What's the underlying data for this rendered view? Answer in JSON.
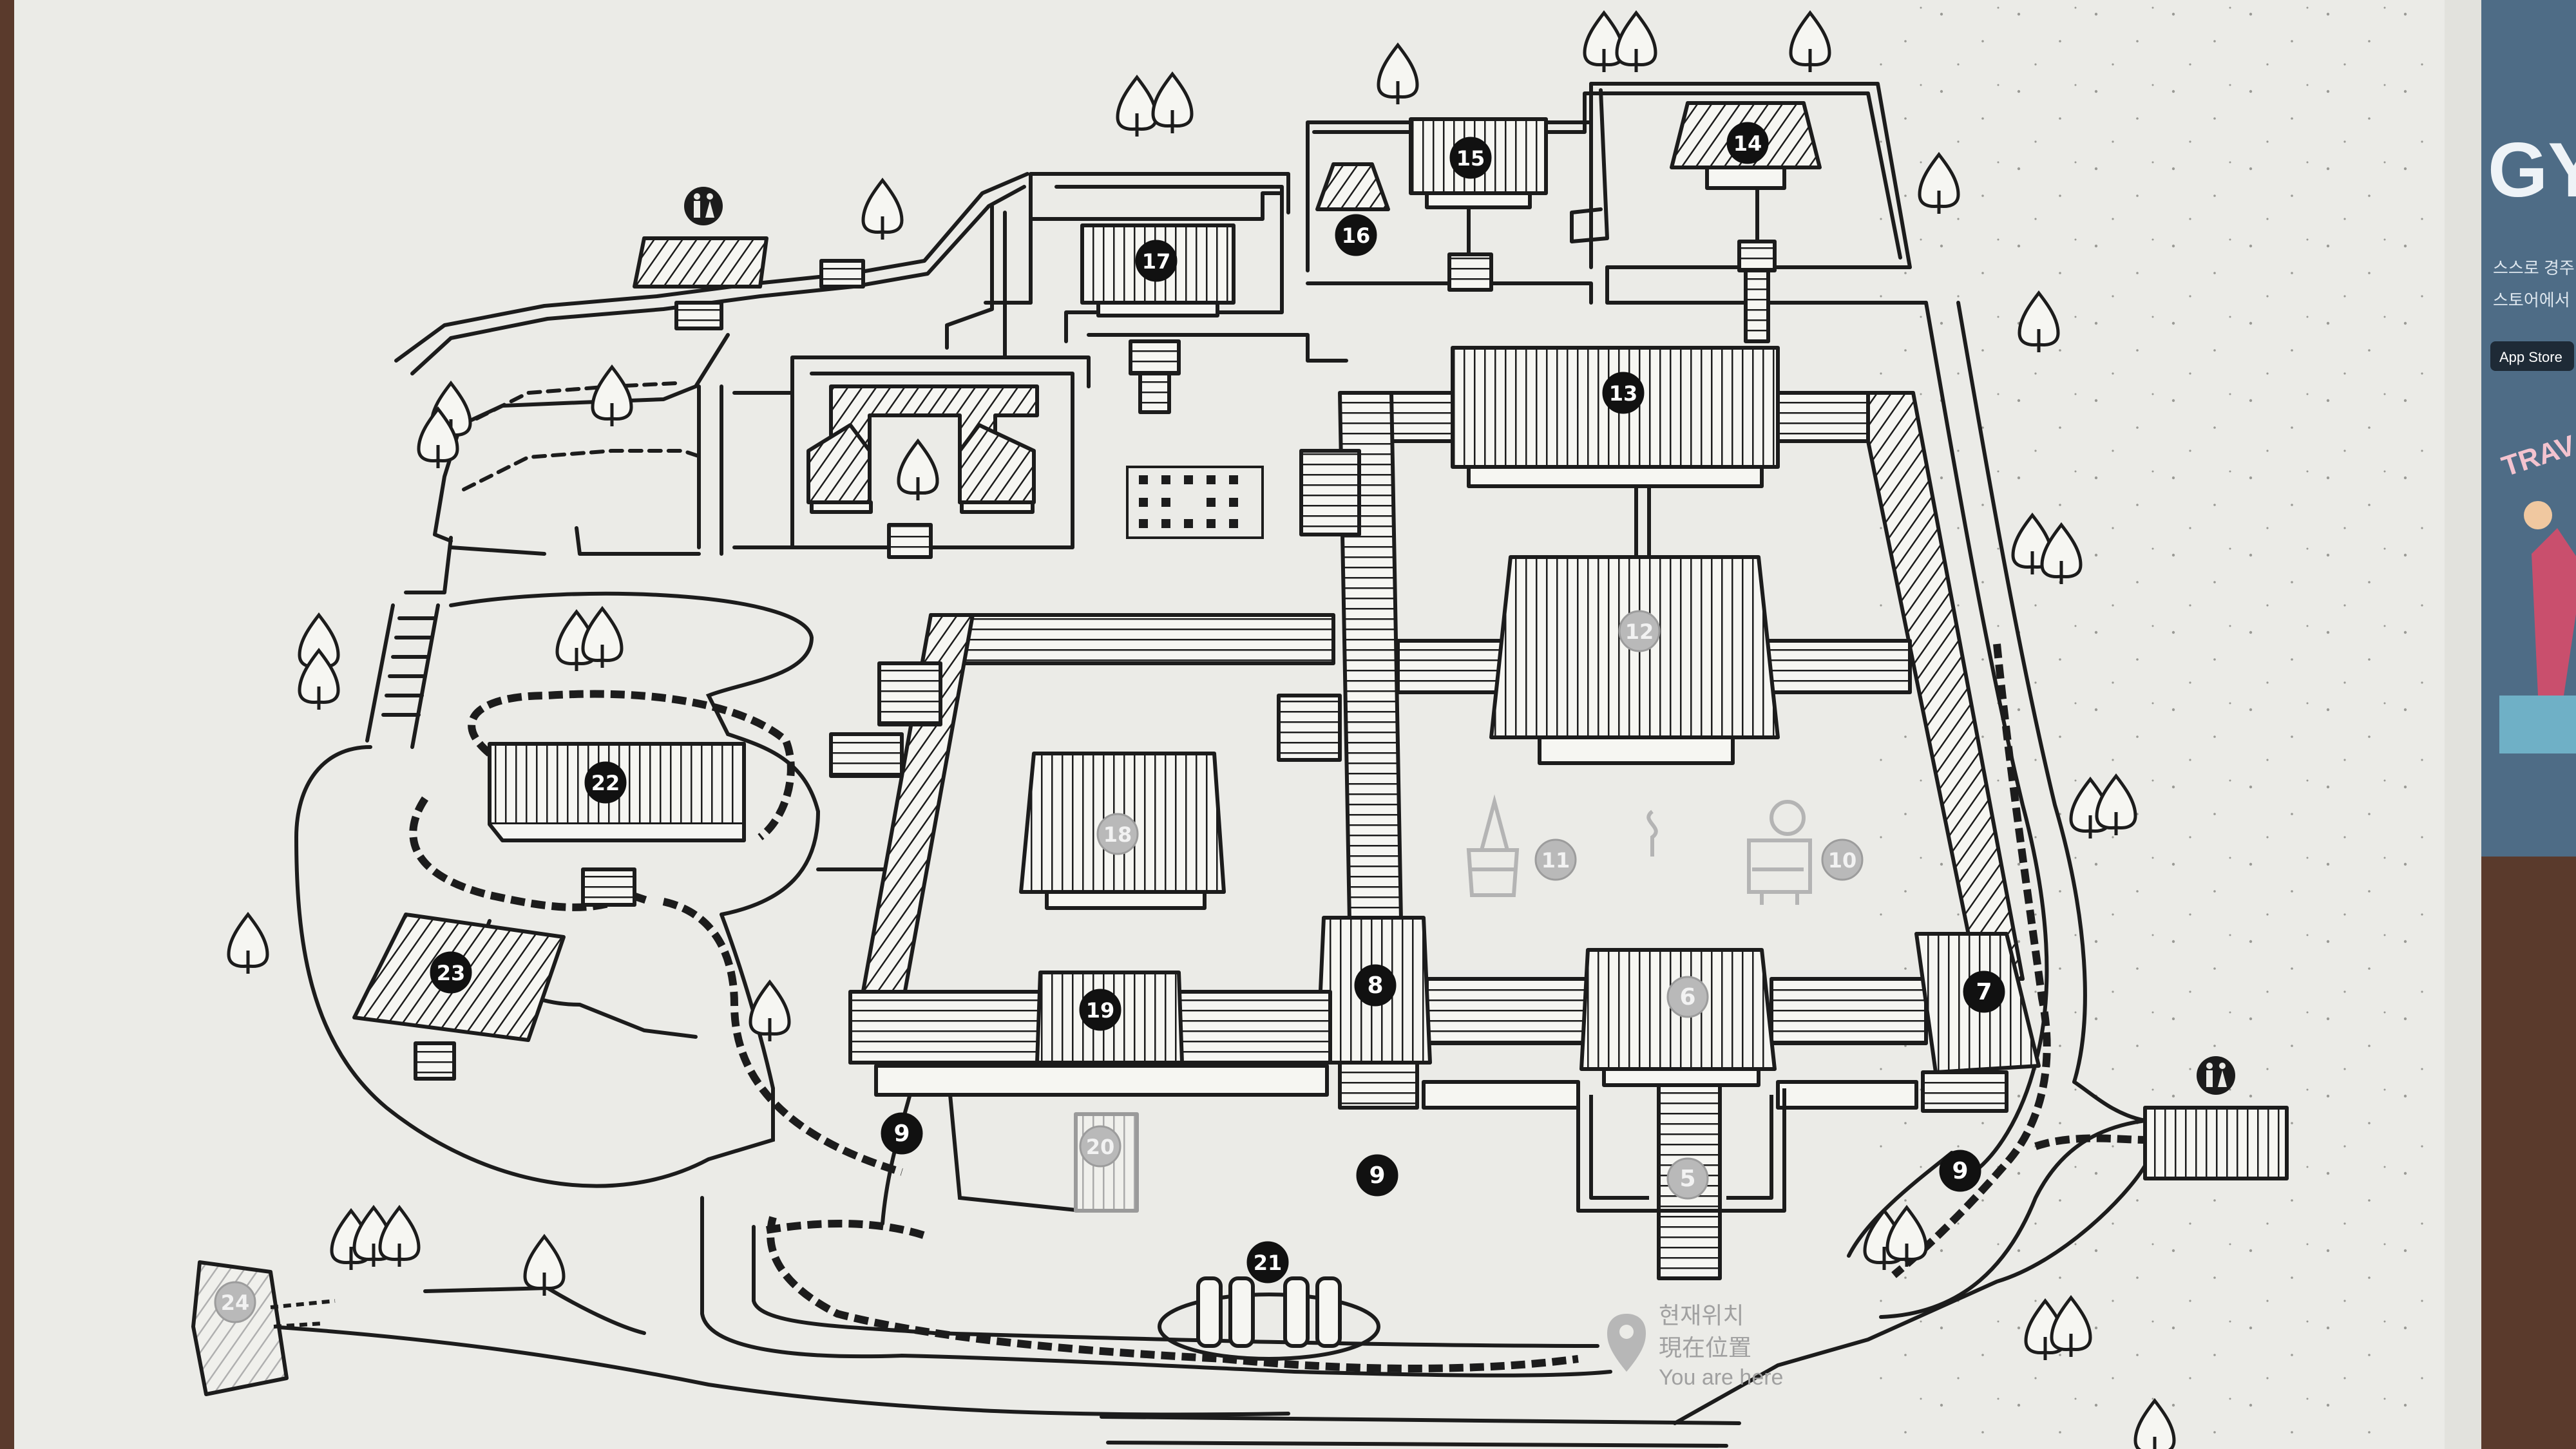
{
  "poster": {
    "brand_fragment": "GY",
    "line1": "스스로 경주",
    "line2": "스토어에서",
    "store": "App Store",
    "banner": "TRAV"
  },
  "legend": {
    "here_ko": "현재위치",
    "here_cjk": "現在位置",
    "here_en": "You are here"
  },
  "markers": [
    {
      "n": "14",
      "style": "dark"
    },
    {
      "n": "15",
      "style": "dark"
    },
    {
      "n": "16",
      "style": "dark"
    },
    {
      "n": "17",
      "style": "dark"
    },
    {
      "n": "13",
      "style": "dark"
    },
    {
      "n": "12",
      "style": "faded"
    },
    {
      "n": "22",
      "style": "dark"
    },
    {
      "n": "18",
      "style": "faded"
    },
    {
      "n": "11",
      "style": "faded"
    },
    {
      "n": "10",
      "style": "faded"
    },
    {
      "n": "23",
      "style": "dark"
    },
    {
      "n": "8",
      "style": "dark"
    },
    {
      "n": "6",
      "style": "faded"
    },
    {
      "n": "7",
      "style": "dark"
    },
    {
      "n": "19",
      "style": "dark"
    },
    {
      "n": "9",
      "style": "dark"
    },
    {
      "n": "20",
      "style": "faded"
    },
    {
      "n": "9",
      "style": "dark"
    },
    {
      "n": "5",
      "style": "faded"
    },
    {
      "n": "9",
      "style": "dark"
    },
    {
      "n": "21",
      "style": "dark"
    },
    {
      "n": "24",
      "style": "faded"
    }
  ],
  "icons": [
    "restroom-icon",
    "restroom-icon",
    "location-pin-icon"
  ],
  "colors": {
    "board": "#ebebe7",
    "ink": "#1c1c1c",
    "frame": "#5a3a2c",
    "poster": "#4e6c86"
  }
}
